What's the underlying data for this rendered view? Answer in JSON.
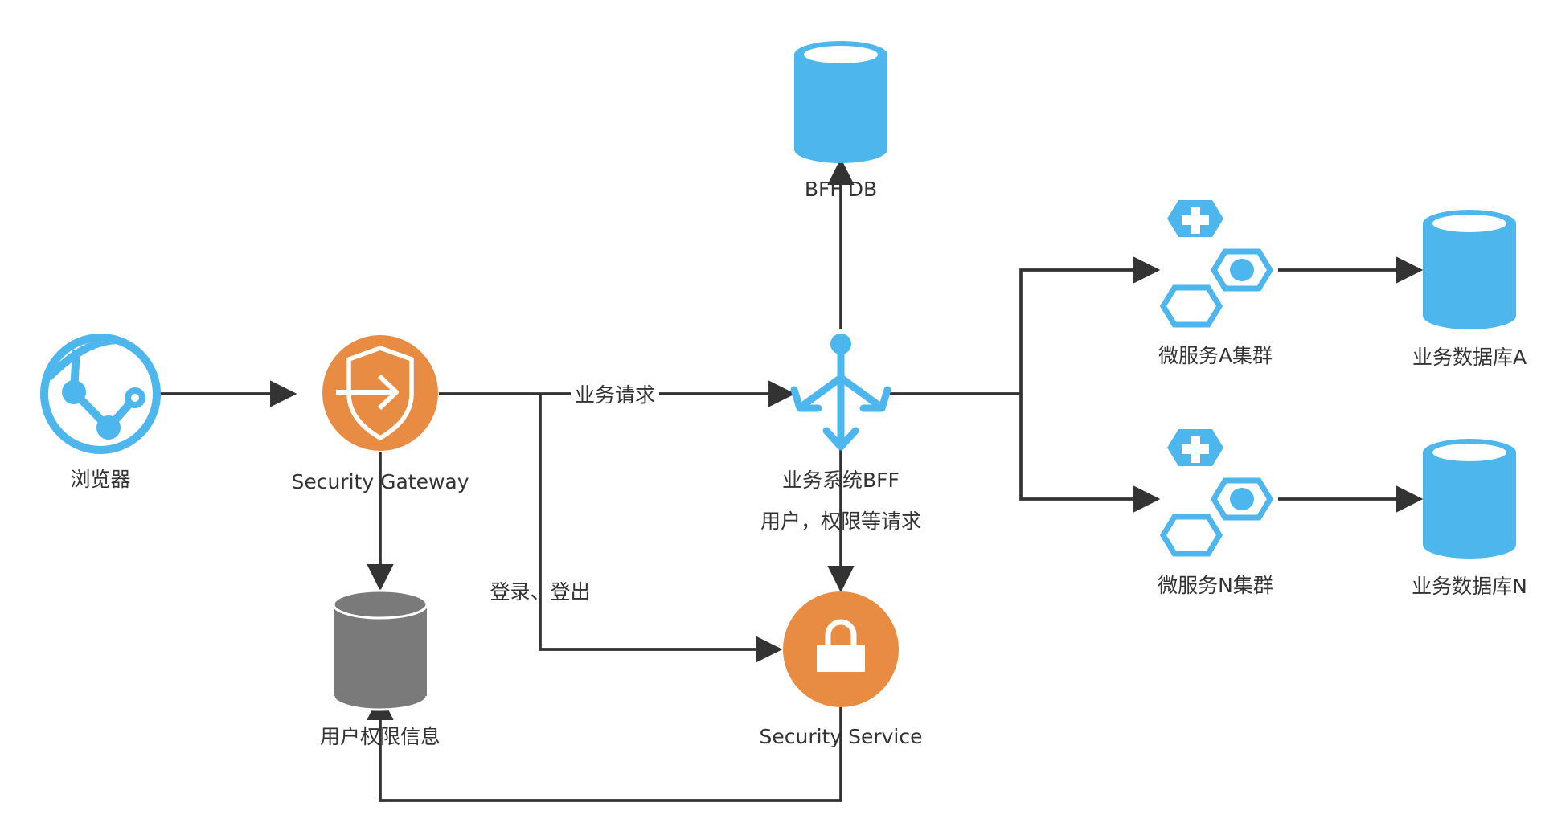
{
  "colors": {
    "blue": "#4db6ec",
    "orange": "#e88b43",
    "gray_db": "#7a7a7a",
    "line": "#333333",
    "text": "#333333"
  },
  "nodes": {
    "browser": {
      "label": "浏览器",
      "icon": "globe-network-icon"
    },
    "security_gateway": {
      "label": "Security Gateway",
      "icon": "shield-gateway-icon"
    },
    "user_permission_db": {
      "label": "用户权限信息",
      "icon": "database-icon"
    },
    "bff_db": {
      "label": "BFF DB",
      "icon": "database-icon"
    },
    "bff": {
      "label": "业务系统BFF",
      "icon": "load-balancer-icon"
    },
    "security_service": {
      "label": "Security Service",
      "icon": "lock-icon"
    },
    "cluster_a": {
      "label": "微服务A集群",
      "icon": "service-cluster-icon"
    },
    "cluster_n": {
      "label": "微服务N集群",
      "icon": "service-cluster-icon"
    },
    "db_a": {
      "label": "业务数据库A",
      "icon": "database-icon"
    },
    "db_n": {
      "label": "业务数据库N",
      "icon": "database-icon"
    }
  },
  "edges": {
    "business_request": {
      "label": "业务请求"
    },
    "login_logout": {
      "label": "登录、登出"
    },
    "user_permission_request": {
      "label": "用户，权限等请求"
    }
  }
}
